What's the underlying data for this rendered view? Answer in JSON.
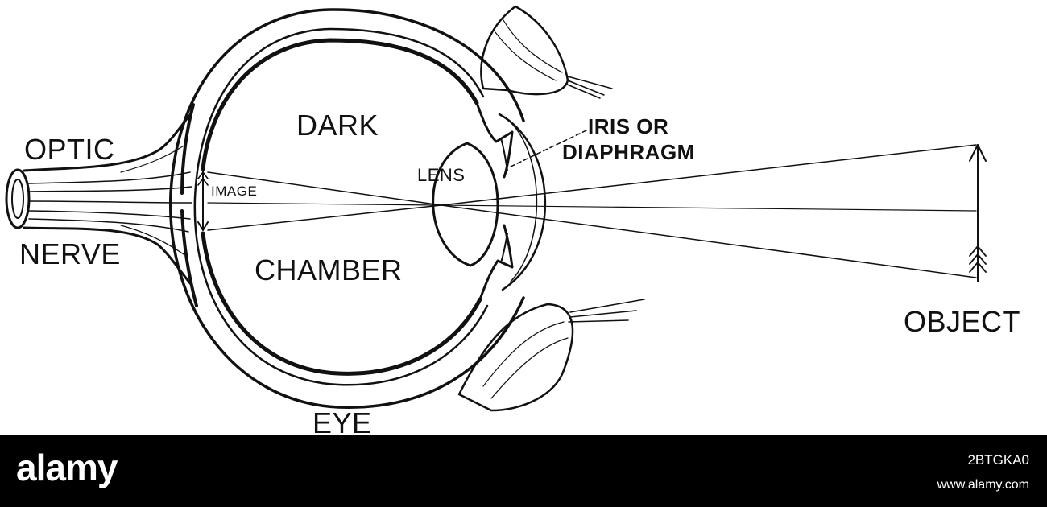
{
  "labels": {
    "optic": "OPTIC",
    "nerve": "NERVE",
    "dark": "DARK",
    "chamber": "CHAMBER",
    "lens": "LENS",
    "image": "IMAGE",
    "iris_line1": "IRIS OR",
    "iris_line2": "DIAPHRAGM",
    "object": "OBJECT",
    "eye": "EYE"
  },
  "watermark": {
    "logo": "alamy",
    "image_id": "2BTGKA0",
    "site": "www.alamy.com"
  },
  "colors": {
    "ink": "#111111",
    "background": "#ffffff",
    "banner": "#000000",
    "banner_text": "#ffffff"
  }
}
